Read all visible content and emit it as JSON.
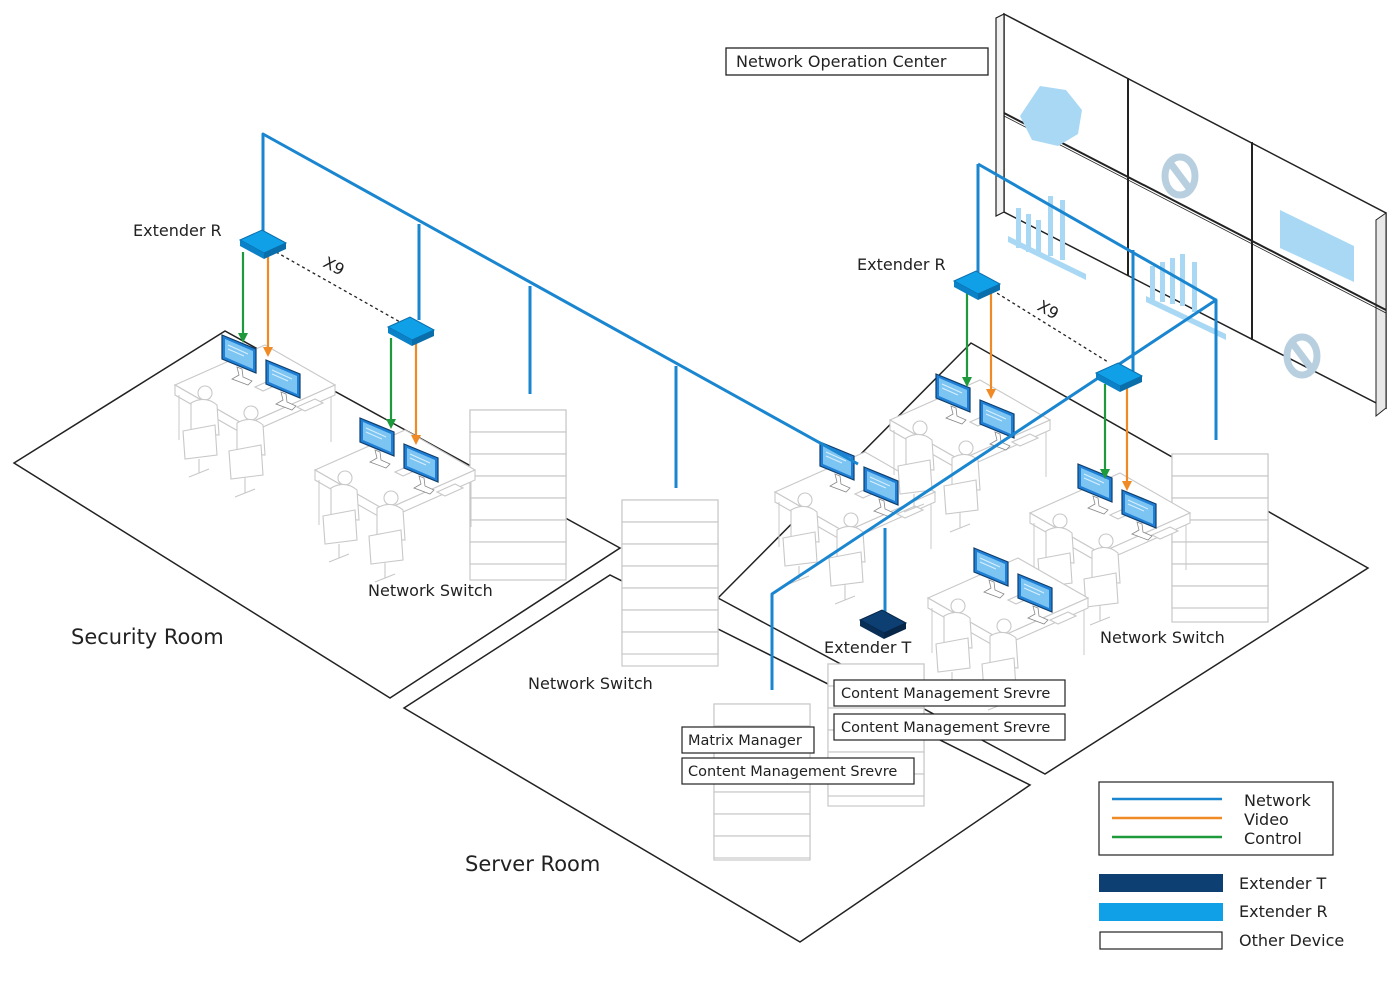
{
  "labels": {
    "noc": "Network Operation Center",
    "extender_r_left": "Extender R",
    "extender_r_right": "Extender R",
    "x9_left": "X9",
    "x9_right": "X9",
    "switch_security": "Network Switch",
    "switch_server": "Network Switch",
    "switch_noc": "Network Switch",
    "extender_t": "Extender T",
    "security_room": "Security Room",
    "server_room": "Server Room",
    "cms_1": "Content Management Srevre",
    "cms_2": "Content Management Srevre",
    "cms_3": "Content Management Srevre",
    "matrix_manager": "Matrix Manager"
  },
  "legend": {
    "network": "Network",
    "video": "Video",
    "control": "Control",
    "extender_t": "Extender T",
    "extender_r": "Extender R",
    "other_device": "Other Device"
  },
  "colors": {
    "network": "#1a86d0",
    "video": "#f08a24",
    "control": "#1e9a3c",
    "extender_t": "#0d3f73",
    "extender_r": "#10a0e8",
    "screen": "#a9d8f5",
    "monitor": "#1f7fd6"
  }
}
